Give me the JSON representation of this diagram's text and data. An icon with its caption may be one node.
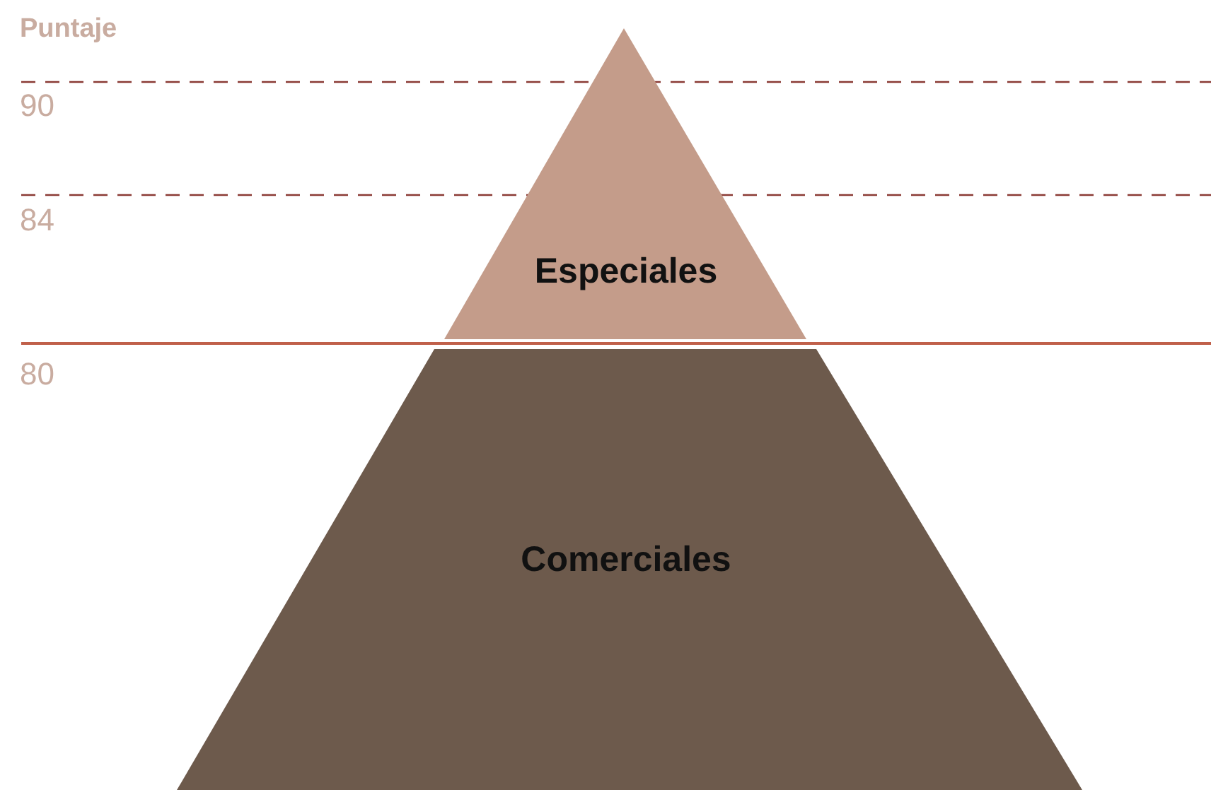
{
  "diagram": {
    "nodes": [
      {
        "text": [
          "Especiales"
        ]
      },
      {
        "text": [
          "Comerciales"
        ]
      }
    ],
    "labels": [
      "Puntaje",
      "90",
      "84",
      "80"
    ]
  }
}
